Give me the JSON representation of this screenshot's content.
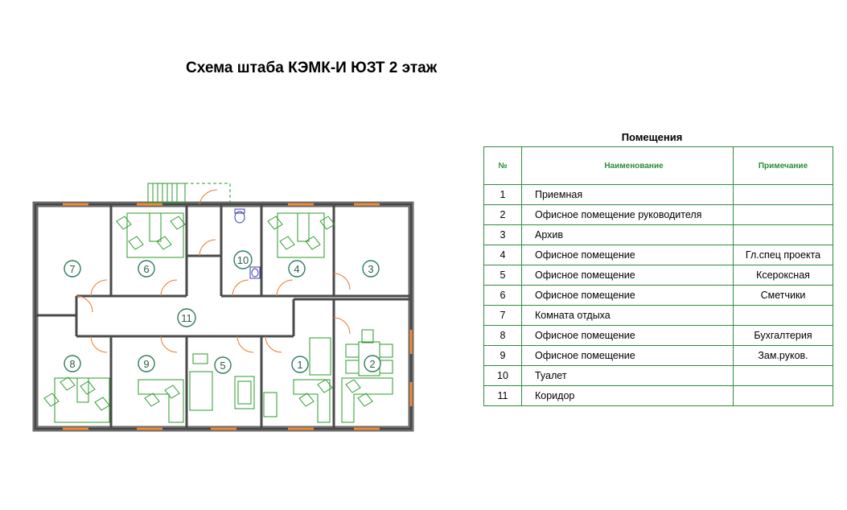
{
  "title": "Схема штаба КЭМК-И ЮЗТ 2 этаж",
  "table": {
    "caption": "Помещения",
    "headers": {
      "num": "№",
      "name": "Наименование",
      "note": "Примечание"
    },
    "rows": [
      {
        "num": "1",
        "name": "Приемная",
        "note": ""
      },
      {
        "num": "2",
        "name": "Офисное помещение руководителя",
        "note": ""
      },
      {
        "num": "3",
        "name": "Архив",
        "note": ""
      },
      {
        "num": "4",
        "name": "Офисное помещение",
        "note": "Гл.спец проекта"
      },
      {
        "num": "5",
        "name": "Офисное помещение",
        "note": "Ксерокс​ная"
      },
      {
        "num": "6",
        "name": "Офисное помещение",
        "note": "Сметчики"
      },
      {
        "num": "7",
        "name": "Комната отдыха",
        "note": ""
      },
      {
        "num": "8",
        "name": "Офисное помещение",
        "note": "Бухгалтерия"
      },
      {
        "num": "9",
        "name": "Офисное помещение",
        "note": "Зам.руков."
      },
      {
        "num": "10",
        "name": "Туалет",
        "note": ""
      },
      {
        "num": "11",
        "name": "Коридор",
        "note": ""
      }
    ]
  },
  "plan": {
    "room_labels": [
      "1",
      "2",
      "3",
      "4",
      "5",
      "6",
      "7",
      "8",
      "9",
      "10",
      "11"
    ]
  },
  "colors": {
    "wall": "#6b6b6b",
    "grid": "#2e8b3a",
    "furniture": "#2a9a2a",
    "door": "#e8792a",
    "window": "#f08a30"
  }
}
